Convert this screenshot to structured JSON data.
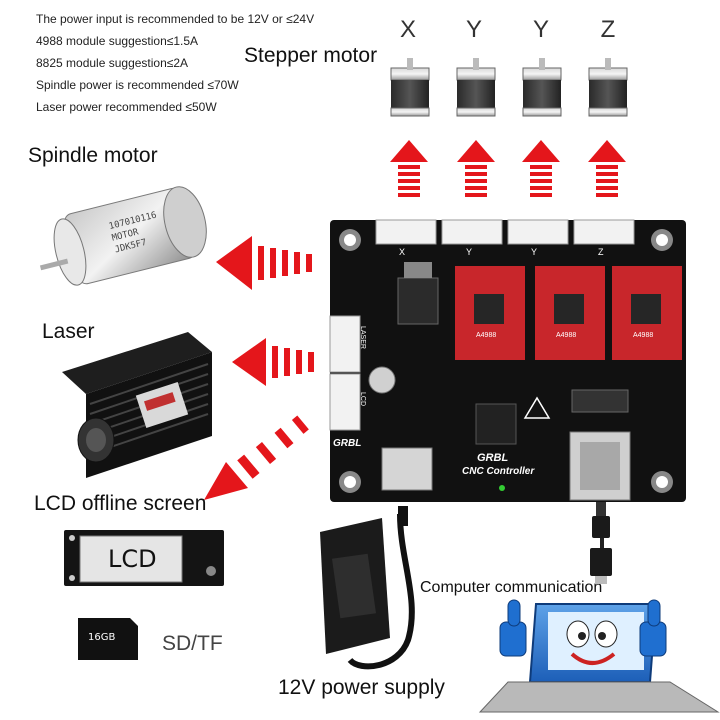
{
  "specs": [
    "The power input is recommended to be 12V or ≤24V",
    "4988 module suggestion≤1.5A",
    "8825 module suggestion≤2A",
    "Spindle power is recommended ≤70W",
    "Laser power recommended ≤50W"
  ],
  "labels": {
    "stepper_motor": "Stepper motor",
    "spindle_motor": "Spindle motor",
    "laser": "Laser",
    "lcd_offline": "LCD offline screen",
    "sd_tf": "SD/TF",
    "power_supply": "12V power supply",
    "computer_comm": "Computer communication"
  },
  "axes": [
    "X",
    "Y",
    "Y",
    "Z"
  ],
  "board": {
    "brand": "GRBL",
    "title": "GRBL",
    "subtitle": "CNC Controller",
    "driver_chip": "A4988",
    "header_x": "X",
    "header_y1": "Y",
    "header_y2": "Y",
    "header_z": "Z",
    "laser_port": "LASER",
    "lcd_port": "LCD"
  },
  "lcd_screen_text": "LCD",
  "colors": {
    "arrow_red": "#e4161b",
    "board": "#111111",
    "driver_red": "#c8262b"
  }
}
